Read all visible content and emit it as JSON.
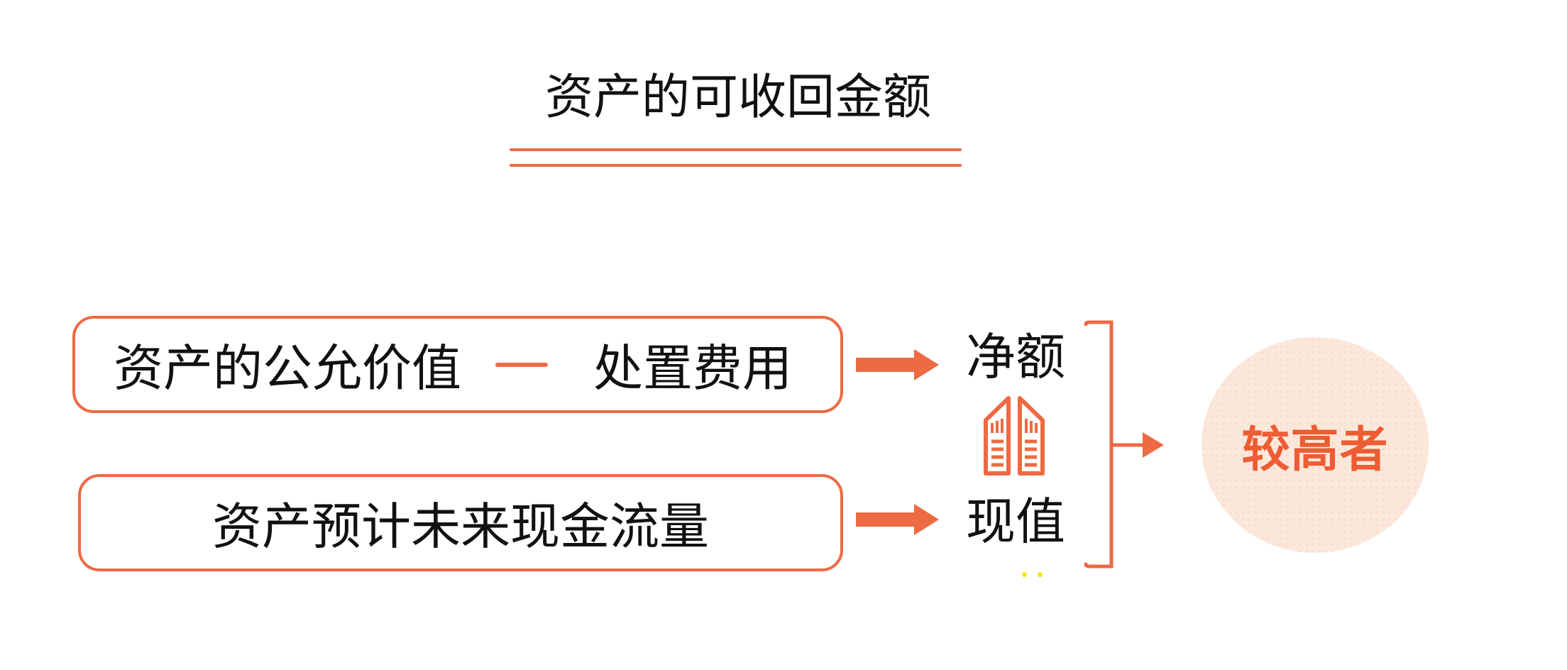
{
  "title": {
    "text": "资产的可收回金额",
    "underline_style": "double"
  },
  "formula_box": {
    "left_operand": "资产的公允价值",
    "operator": "minus",
    "right_operand": "处置费用"
  },
  "cashflow_box": {
    "text": "资产预计未来现金流量"
  },
  "outcomes": {
    "net_amount": "净额",
    "present_value": "现值"
  },
  "result_circle": {
    "text": "较高者"
  },
  "icons": {
    "flow_arrow_1": "block-right-arrow-icon",
    "flow_arrow_2": "block-right-arrow-icon",
    "buildings": "buildings-icon",
    "bracket": "right-square-bracket",
    "result_arrow": "thin-right-arrow-icon",
    "minus": "minus-operator"
  },
  "colors": {
    "accent_orange": "#ED6A43",
    "result_text_orange": "#EE5C33",
    "circle_fill": "#FBE8DB",
    "text_black": "#111111",
    "artifact_yellow": "#F6E70A",
    "background": "#FFFFFF"
  }
}
